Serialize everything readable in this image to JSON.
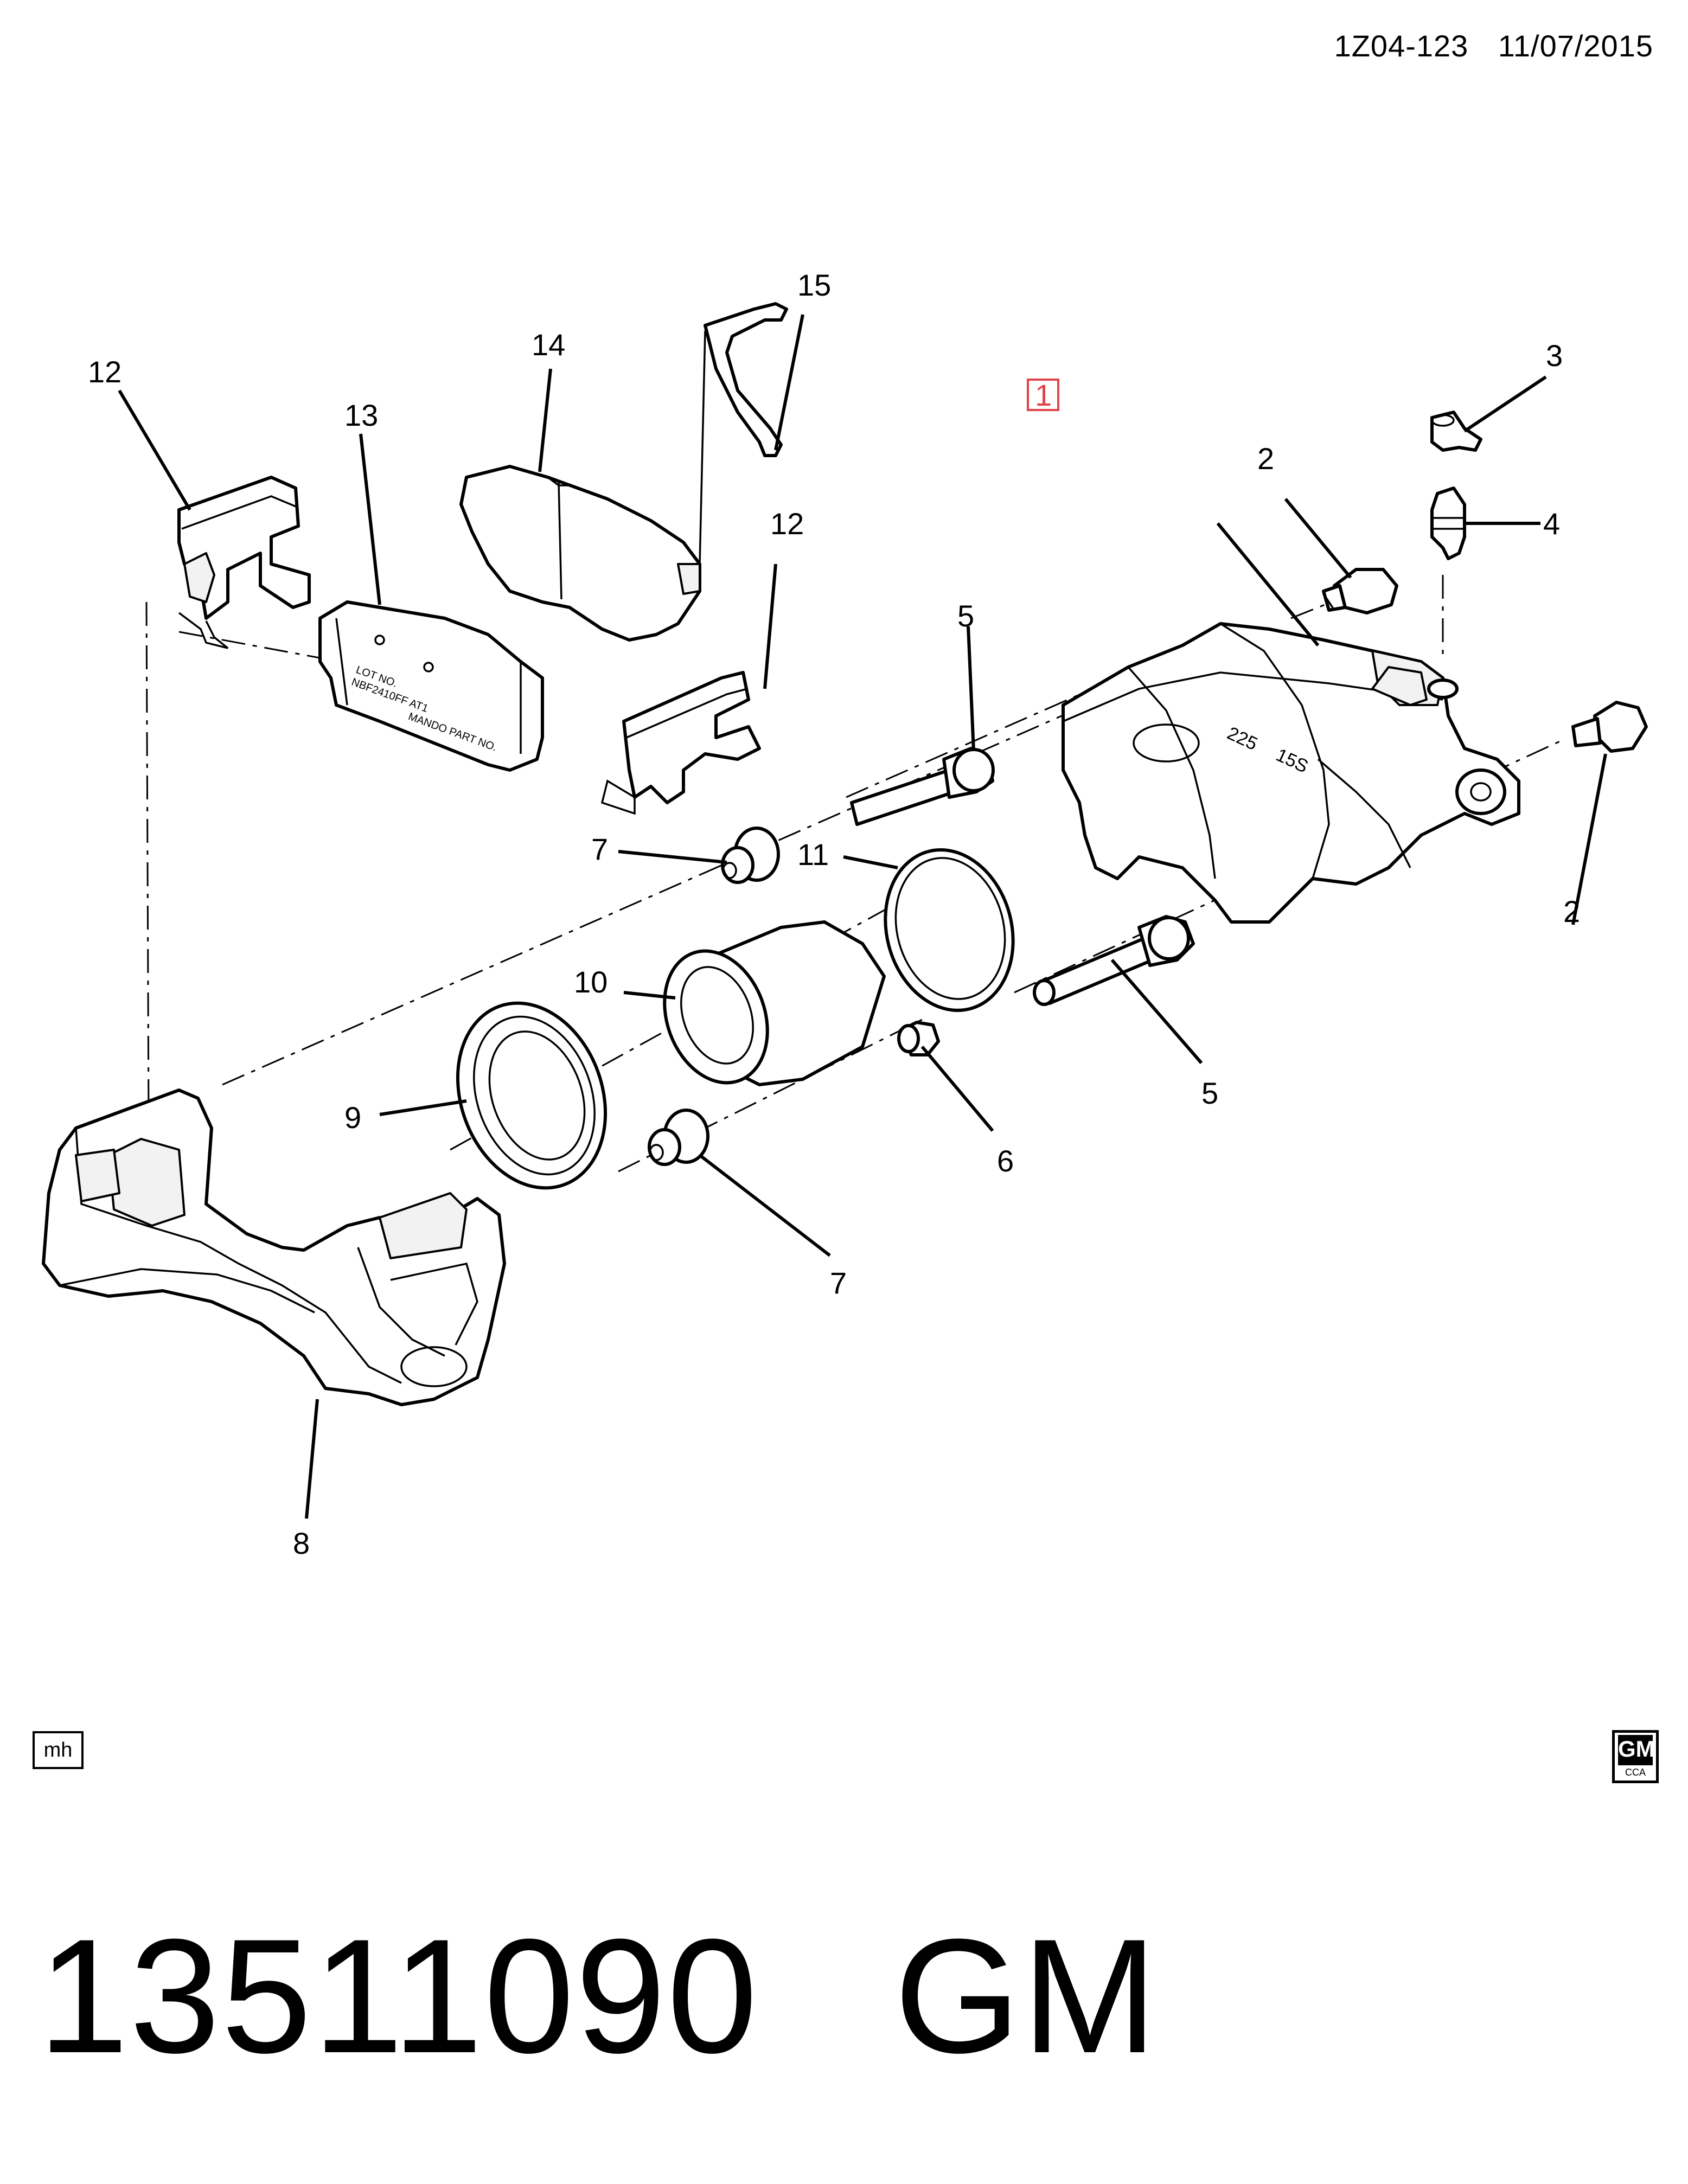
{
  "header": {
    "illustration_id": "1Z04-123",
    "date": "11/07/2015"
  },
  "callouts": {
    "c1": "1",
    "c2a": "2",
    "c2b": "2",
    "c3": "3",
    "c4": "4",
    "c5a": "5",
    "c5b": "5",
    "c6": "6",
    "c7a": "7",
    "c7b": "7",
    "c8": "8",
    "c9": "9",
    "c10": "10",
    "c11": "11",
    "c12a": "12",
    "c12b": "12",
    "c13": "13",
    "c14": "14",
    "c15": "15"
  },
  "highlight_color": "#e0434a",
  "caliper_markings": {
    "size_a": "225",
    "size_b": "15S"
  },
  "pad_label": {
    "line1": "LOT NO.",
    "line2": "NBF2410FF AT1",
    "line3": "MANDO PART NO."
  },
  "badges": {
    "left": "mh",
    "right_top": "GM",
    "right_sub": "CCA"
  },
  "footer": {
    "part_number": "13511090",
    "brand": "GM"
  }
}
